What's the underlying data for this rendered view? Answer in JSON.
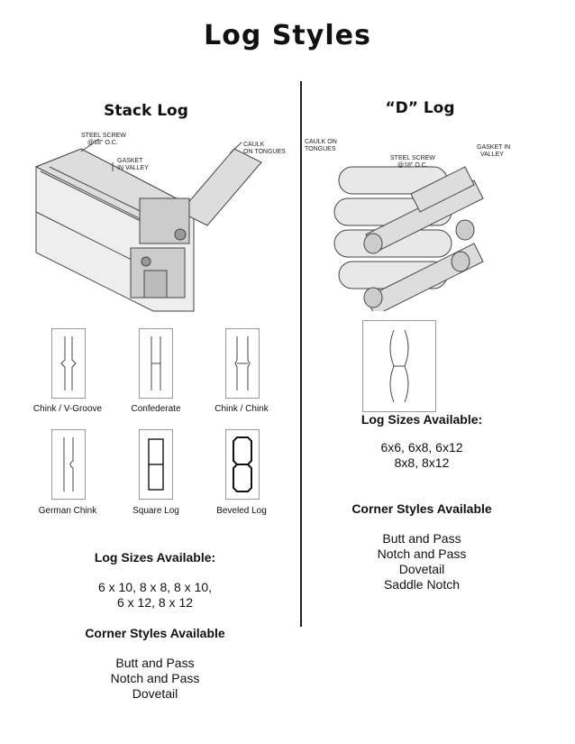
{
  "title": "Log Styles",
  "stack_log": {
    "heading": "Stack Log",
    "callouts": {
      "steel_screw": "STEEL SCREW",
      "steel_screw_spacing": "@18\" O.C.",
      "gasket": "GASKET",
      "gasket2": "IN VALLEY",
      "caulk": "CAULK",
      "caulk2": "ON TONGUES"
    },
    "profiles": [
      "Chink / V-Groove",
      "Confederate",
      "Chink / Chink",
      "German Chink",
      "Square Log",
      "Beveled Log"
    ],
    "sizes_heading": "Log Sizes Available:",
    "sizes": [
      "6 x 10, 8 x 8, 8 x 10,",
      "6 x 12, 8 x 12"
    ],
    "corners_heading": "Corner Styles Available",
    "corners": [
      "Butt and Pass",
      "Notch and Pass",
      "Dovetail"
    ]
  },
  "d_log": {
    "heading": "“D” Log",
    "callouts": {
      "caulk": "CAULK ON",
      "caulk2": "TONGUES",
      "steel_screw": "STEEL SCREW",
      "steel_screw_spacing": "@18\" O.C.",
      "gasket": "GASKET IN",
      "gasket2": "VALLEY"
    },
    "sizes_heading": "Log Sizes Available:",
    "sizes": [
      "6x6, 6x8, 6x12",
      "8x8, 8x12"
    ],
    "corners_heading": "Corner Styles Available",
    "corners": [
      "Butt and Pass",
      "Notch and Pass",
      "Dovetail",
      "Saddle Notch"
    ]
  }
}
